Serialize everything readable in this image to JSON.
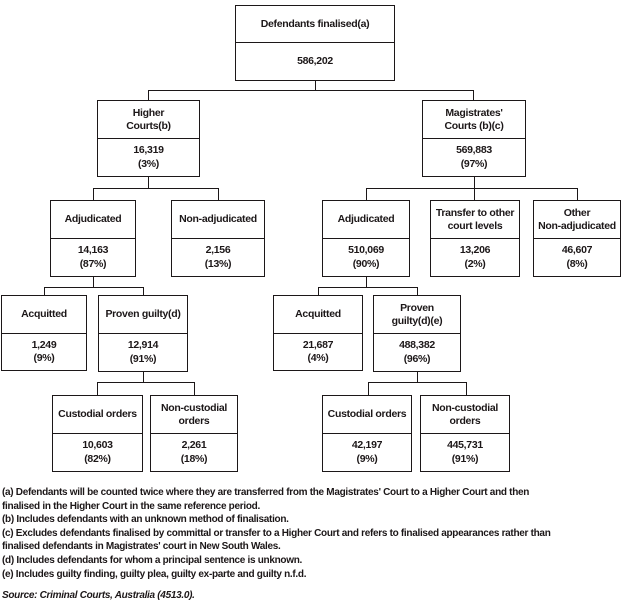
{
  "nodes": {
    "root": {
      "label": "Defendants finalised(a)",
      "value": "586,202"
    },
    "higher_courts": {
      "label": "Higher\nCourts(b)",
      "value": "16,319",
      "pct": "(3%)"
    },
    "magistrates_courts": {
      "label": "Magistrates'\nCourts (b)(c)",
      "value": "569,883",
      "pct": "(97%)"
    },
    "higher_adjudicated": {
      "label": "Adjudicated",
      "value": "14,163",
      "pct": "(87%)"
    },
    "higher_non_adjudicated": {
      "label": "Non-adjudicated",
      "value": "2,156",
      "pct": "(13%)"
    },
    "mag_adjudicated": {
      "label": "Adjudicated",
      "value": "510,069",
      "pct": "(90%)"
    },
    "mag_transfer": {
      "label": "Transfer to other\ncourt levels",
      "value": "13,206",
      "pct": "(2%)"
    },
    "mag_other_non_adjudicated": {
      "label": "Other\nNon-adjudicated",
      "value": "46,607",
      "pct": "(8%)"
    },
    "higher_acquitted": {
      "label": "Acquitted",
      "value": "1,249",
      "pct": "(9%)"
    },
    "higher_proven_guilty": {
      "label": "Proven guilty(d)",
      "value": "12,914",
      "pct": "(91%)"
    },
    "mag_acquitted": {
      "label": "Acquitted",
      "value": "21,687",
      "pct": "(4%)"
    },
    "mag_proven_guilty": {
      "label": "Proven\nguilty(d)(e)",
      "value": "488,382",
      "pct": "(96%)"
    },
    "higher_custodial": {
      "label": "Custodial orders",
      "value": "10,603",
      "pct": "(82%)"
    },
    "higher_non_custodial": {
      "label": "Non-custodial\norders",
      "value": "2,261",
      "pct": "(18%)"
    },
    "mag_custodial": {
      "label": "Custodial orders",
      "value": "42,197",
      "pct": "(9%)"
    },
    "mag_non_custodial": {
      "label": "Non-custodial\norders",
      "value": "445,731",
      "pct": "(91%)"
    }
  },
  "footnotes": [
    "(a) Defendants will be counted twice where they are transferred from the Magistrates' Court to a Higher Court and then\nfinalised in the Higher Court in the same reference period.",
    "(b) Includes defendants with an unknown method of finalisation.",
    "(c) Excludes defendants finalised by committal or transfer to a Higher Court and refers to finalised appearances rather than\nfinalised defendants in Magistrates' court in New South Wales.",
    "(d) Includes defendants for whom a principal sentence is unknown.",
    "(e) Includes guilty finding, guilty plea, guilty ex-parte and guilty n.f.d."
  ],
  "source": "Source: Criminal Courts, Australia (4513.0).",
  "colors": {
    "line": "#1c1718",
    "background": "#ffffff"
  }
}
